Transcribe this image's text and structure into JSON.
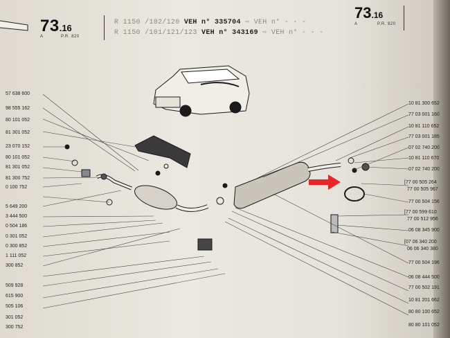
{
  "header": {
    "ref_left_main": "73",
    "ref_left_sub": ".16",
    "ref_left_letter": "A",
    "ref_left_pr": "P.R. 820",
    "ref_right_main": "73",
    "ref_right_sub": ".16",
    "ref_right_letter": "A",
    "ref_right_pr": "P.R. 820",
    "line1_model": "R 1150 /102/120",
    "line1_veh_label": "VEH n°",
    "line1_veh_num": "335704",
    "line1_veh_after": "⇨ VEH n° - - -",
    "line2_model": "R 1150 /101/121/123",
    "line2_veh_label": "VEH n°",
    "line2_veh_num": "343169",
    "line2_veh_after": "⇨ VEH n° - - -"
  },
  "left_parts": [
    "57 638 600",
    "98 555 162",
    "80 101 052",
    "81 301 052",
    "23 070 152",
    "80 101 052",
    "81 301 052",
    "81 300 752",
    "0 100 752",
    "5 649 200",
    "3 444 500",
    "0 504 186",
    "0 301 052",
    "0 300 852",
    "1 111 052",
    "300 852",
    "509 928",
    "615 900",
    "505 106",
    "301 052",
    "300 752"
  ],
  "right_parts": [
    "10 81 300 652",
    "77 03 001 160",
    "10 81 110 652",
    "77 03 001 185",
    "07 02 740 200",
    "10 81 110 670",
    "07 02 740 200",
    "[77 00 505 264",
    "77 00 505 967",
    "77 00 504 156",
    "[77 00 599 610",
    "77 00 512 956",
    "06 08 345 900",
    "[07 06 340 200",
    "06 06 340 380",
    "77 00 504 196",
    "06 08 444 500",
    "77 00 502 191",
    "10 81 201 662",
    "80 80 100 652",
    "80 80 101 052"
  ],
  "colors": {
    "arrow": "#e8262a",
    "ink": "#1a1a1a",
    "paper": "#ebe8e1"
  },
  "icons": {
    "arrow": "red-arrow-icon"
  }
}
